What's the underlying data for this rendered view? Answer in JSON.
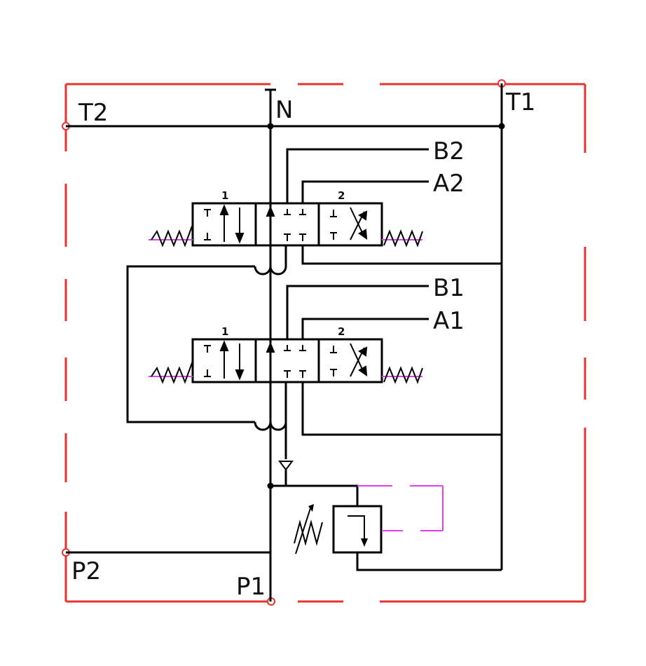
{
  "ports": {
    "t2": "T2",
    "t1": "T1",
    "n": "N",
    "p1": "P1",
    "p2": "P2",
    "b2": "B2",
    "a2": "A2",
    "b1": "B1",
    "a1": "A1"
  },
  "valve_upper": {
    "pos_left": "1",
    "pos_right": "2"
  },
  "valve_lower": {
    "pos_left": "1",
    "pos_right": "2"
  },
  "colors": {
    "boundary": "#e8322e",
    "pilot_line": "#e040f0",
    "line": "#000000"
  }
}
